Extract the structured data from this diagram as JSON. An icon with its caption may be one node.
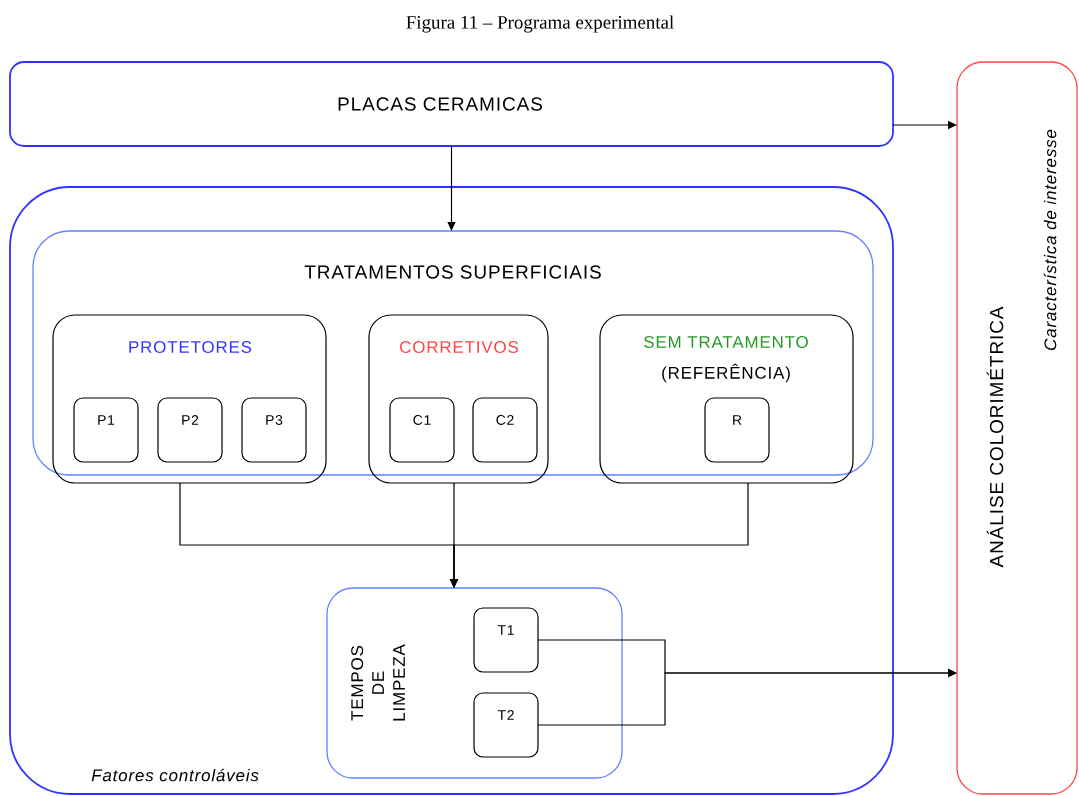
{
  "diagram": {
    "title": "Figura 11 – Programa experimental",
    "nodes": [
      {
        "text": [
          "PLACAS CERAMICAS"
        ]
      },
      {
        "text": [
          "Fatores controláveis"
        ]
      },
      {
        "text": [
          "TRATAMENTOS SUPERFICIAIS"
        ],
        "in": 1
      },
      {
        "text": [
          "PROTETORES"
        ],
        "in": 2
      },
      {
        "text": [
          "P1"
        ],
        "in": 3
      },
      {
        "text": [
          "P2"
        ],
        "in": 3
      },
      {
        "text": [
          "P3"
        ],
        "in": 3
      },
      {
        "text": [
          "CORRETIVOS"
        ],
        "in": 2
      },
      {
        "text": [
          "C1"
        ],
        "in": 7
      },
      {
        "text": [
          "C2"
        ],
        "in": 7
      },
      {
        "text": [
          "SEM TRATAMENTO",
          "(REFERÊNCIA)"
        ],
        "in": 2
      },
      {
        "text": [
          "R"
        ],
        "in": 10
      },
      {
        "text": [
          "TEMPOS DE LIMPEZA"
        ],
        "in": 1
      },
      {
        "text": [
          "T1"
        ],
        "in": 12
      },
      {
        "text": [
          "T2"
        ],
        "in": 12
      },
      {
        "text": [
          "ANÁLISE COLORIMÉTRICA",
          "Característica de interesse"
        ]
      }
    ],
    "edges": [
      {
        "from": 0,
        "to": 2,
        "arrow": "to"
      },
      {
        "from": 0,
        "to": 15,
        "arrow": "to"
      },
      {
        "from": 3,
        "to": 12,
        "arrow": "to"
      },
      {
        "from": 7,
        "to": 12,
        "arrow": "to"
      },
      {
        "from": 10,
        "to": 12,
        "arrow": "to"
      },
      {
        "from": 13,
        "to": 15,
        "arrow": "to"
      },
      {
        "from": 14,
        "to": 15,
        "arrow": "to"
      }
    ]
  }
}
